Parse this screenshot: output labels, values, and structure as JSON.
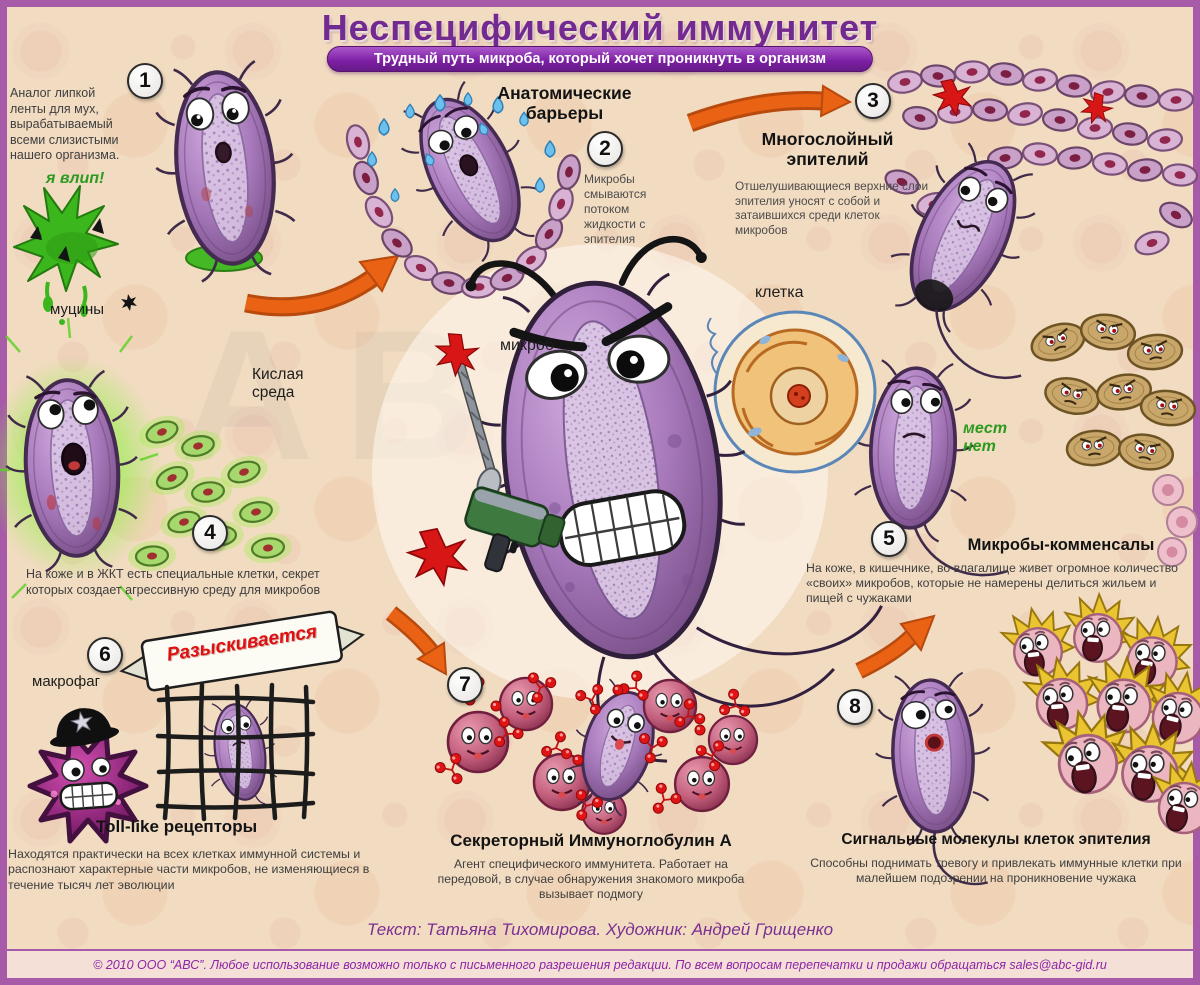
{
  "poster": {
    "title": "Неспецифический иммунитет",
    "subtitle": "Трудный путь микроба, который хочет проникнуть в организм",
    "watermark": "АВС"
  },
  "steps": {
    "s1": {
      "number": "1",
      "text": "Аналог липкой ленты для мух, вырабатываемый всеми слизистыми нашего организма.",
      "exclamation": "я влип!",
      "label": "муцины"
    },
    "s2": {
      "number": "2",
      "heading": "Анатомические барьеры",
      "text": "Микробы смываются потоком жидкости с эпителия"
    },
    "s3": {
      "number": "3",
      "heading": "Многослойный эпителий",
      "text": "Отшелушивающиеся верхние слои эпителия уносят с собой и затаившихся среди клеток микробов"
    },
    "s4": {
      "number": "4",
      "label": "Кислая среда",
      "text": "На коже и в ЖКТ есть специальные клетки, секрет которых создает агрессивную среду для микробов"
    },
    "s5": {
      "number": "5",
      "heading": "Микробы-комменсалы",
      "speech": "мест нет",
      "text": "На коже, в кишечнике, во влагалище живет огромное количество «своих» микробов, которые не намерены делиться жильем и пищей с чужаками"
    },
    "s6": {
      "number": "6",
      "label": "макрофаг",
      "wanted_banner": "Разыскивается",
      "heading": "Toll-like рецепторы",
      "text": "Находятся практически на всех клетках иммунной системы и распознают характерные части микробов, не изменяющиеся в течение тысяч лет эволюции"
    },
    "s7": {
      "number": "7",
      "heading": "Секреторный Иммуноглобулин А",
      "text": "Агент специфического иммунитета. Работает на передовой, в случае обнаружения знакомого микроба вызывает подмогу"
    },
    "s8": {
      "number": "8",
      "heading": "Сигнальные молекулы клеток эпителия",
      "text": "Способны поднимать тревогу и привлекать иммунные клетки при малейшем подозрении на проникновение чужака"
    }
  },
  "center": {
    "microbe_label": "микроб",
    "cell_label": "клетка"
  },
  "footer": {
    "credits": "Текст: Татьяна Тихомирова. Художник: Андрей Грищенко",
    "copyright": "© 2010 ООО “АВС”. Любое использование возможно только с письменного разрешения редакции. По всем вопросам перепечатки и продажи обращаться sales@abc-gid.ru"
  }
}
